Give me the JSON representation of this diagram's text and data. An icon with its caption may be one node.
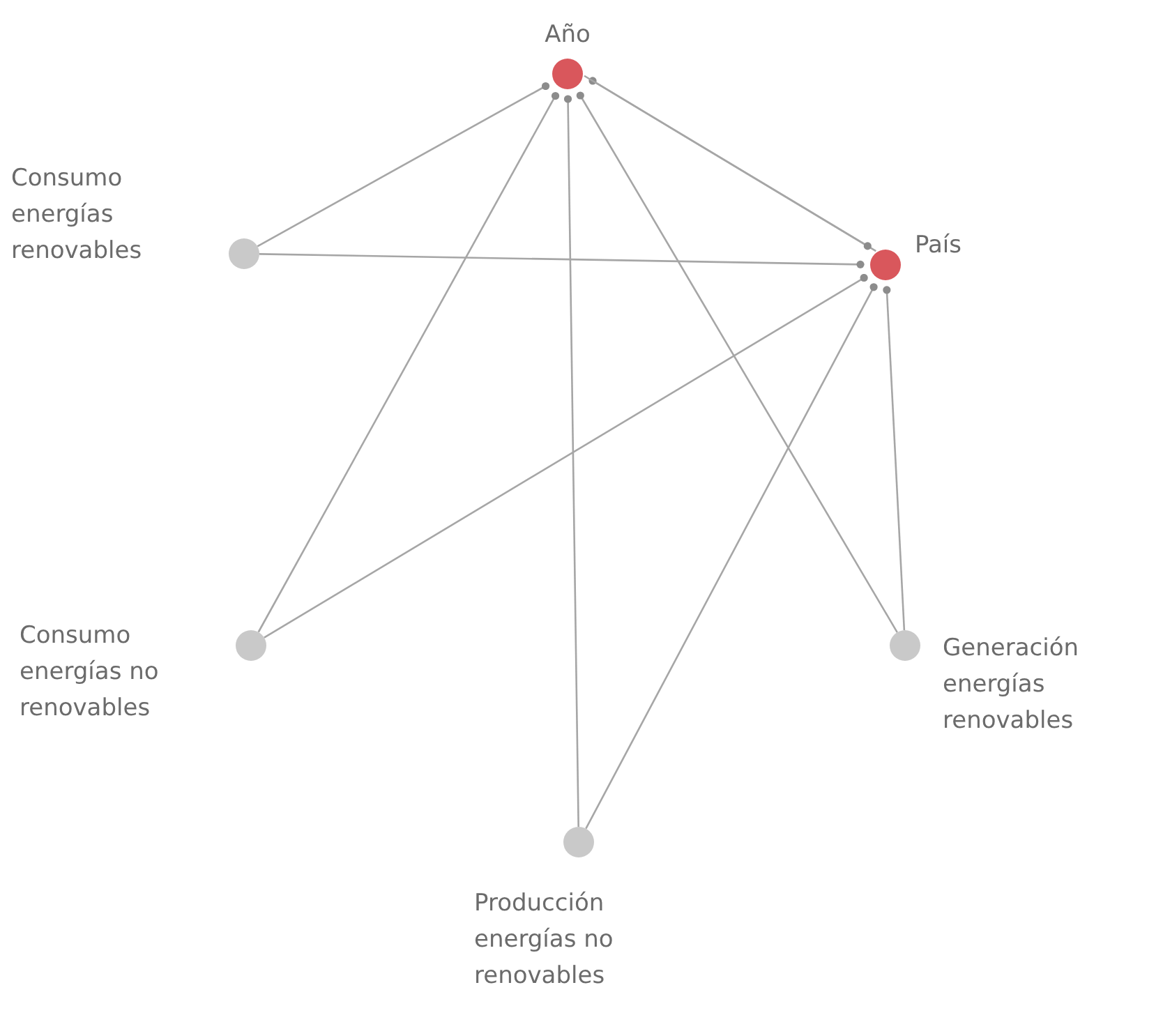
{
  "diagram": {
    "nodes": [
      {
        "text": [
          "Año"
        ]
      },
      {
        "text": [
          "País"
        ]
      },
      {
        "text": [
          "Consumo energías renovables"
        ]
      },
      {
        "text": [
          "Consumo energías no renovables"
        ]
      },
      {
        "text": [
          "Generación energías renovables"
        ]
      },
      {
        "text": [
          "Producción energías no renovables"
        ]
      }
    ],
    "edges": [
      {
        "from": 2,
        "to": 0,
        "arrow": "other"
      },
      {
        "from": 3,
        "to": 0,
        "arrow": "other"
      },
      {
        "from": 5,
        "to": 0,
        "arrow": "other"
      },
      {
        "from": 4,
        "to": 0,
        "arrow": "other"
      },
      {
        "from": 1,
        "to": 0,
        "arrow": "other"
      },
      {
        "from": 0,
        "to": 1,
        "arrow": "other"
      },
      {
        "from": 2,
        "to": 1,
        "arrow": "other"
      },
      {
        "from": 3,
        "to": 1,
        "arrow": "other"
      },
      {
        "from": 5,
        "to": 1,
        "arrow": "other"
      },
      {
        "from": 4,
        "to": 1,
        "arrow": "other"
      }
    ]
  }
}
